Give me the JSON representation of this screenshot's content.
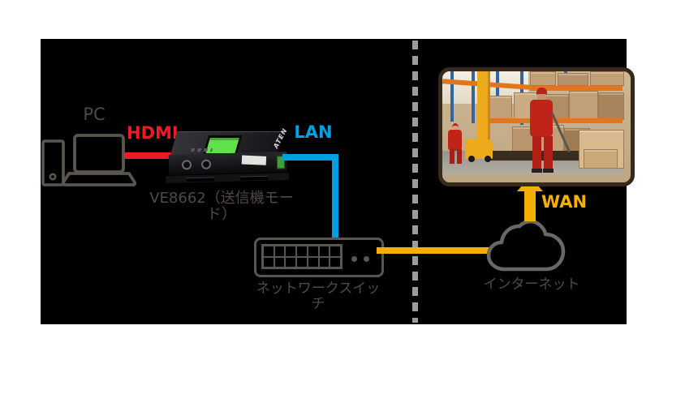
{
  "page": {
    "background": "#ffffff"
  },
  "diagram": {
    "canvas_color": "#000000",
    "labels": {
      "pc": "PC",
      "hdmi": "HDMI",
      "lan": "LAN",
      "wan": "WAN",
      "transmitter": "VE8662（送信機モード）",
      "network_switch": "ネットワークスイッチ",
      "internet": "インターネット",
      "device_brand": "ATEN"
    },
    "colors": {
      "hdmi_red": "#ed1c24",
      "lan_blue": "#009fe0",
      "wan_yellow": "#f3b000",
      "line_art": "#5a564f",
      "label_gray": "#504a46",
      "dashed_gray": "#9c9c9c",
      "cloud_gray": "#6b6763",
      "canvas_black": "#000000",
      "page_white": "#ffffff",
      "photo_border": "#38291d"
    }
  }
}
